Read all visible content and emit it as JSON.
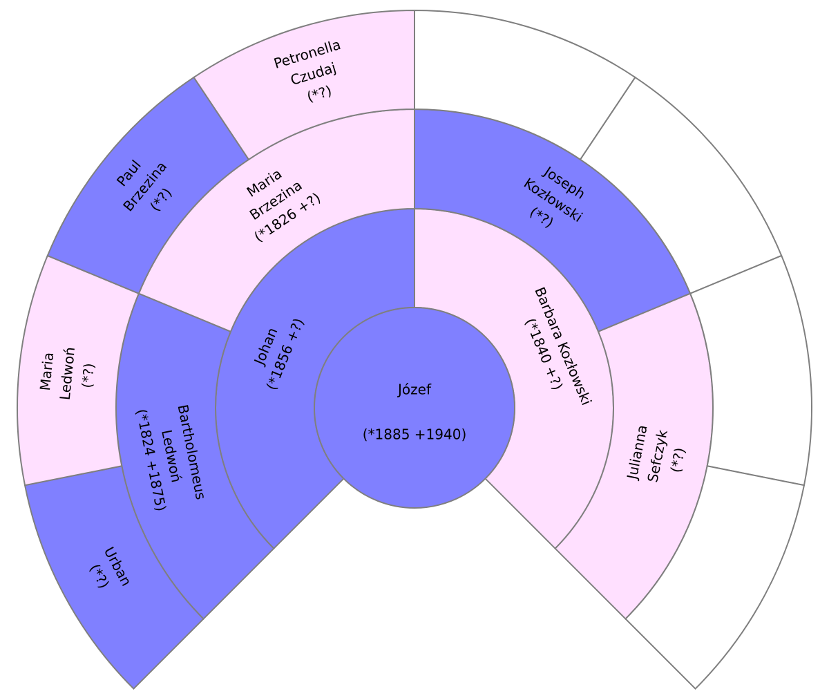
{
  "colors": {
    "male": "#8080ff",
    "female": "#ffe0ff",
    "unknown": "#ffffff",
    "stroke": "#7f7f7f"
  },
  "root": {
    "name": "Józef",
    "dates": "(*1885 +1940)",
    "sex": "male"
  },
  "generations": [
    {
      "level": 1,
      "people": [
        {
          "lines": [
            "Johan",
            "(*1856 +?)"
          ],
          "sex": "male"
        },
        {
          "lines": [
            "Barbara Kozłowski",
            "(*1840 +?)"
          ],
          "sex": "female"
        }
      ]
    },
    {
      "level": 2,
      "people": [
        {
          "lines": [
            "Bartholomeus",
            "Ledwoń",
            "(*1824 +1875)"
          ],
          "sex": "male"
        },
        {
          "lines": [
            "Maria",
            "Brzezina",
            "(*1826 +?)"
          ],
          "sex": "female"
        },
        {
          "lines": [
            "Joseph",
            "Kozłowski",
            "(*?)"
          ],
          "sex": "male"
        },
        {
          "lines": [
            "Julianna",
            "Sefczyk",
            "(*?)"
          ],
          "sex": "female"
        }
      ]
    },
    {
      "level": 3,
      "people": [
        {
          "lines": [
            "Urban",
            "(*?)"
          ],
          "sex": "male"
        },
        {
          "lines": [
            "Maria",
            "Ledwoń",
            "(*?)"
          ],
          "sex": "female"
        },
        {
          "lines": [
            "Paul",
            "Brzezina",
            "(*?)"
          ],
          "sex": "male"
        },
        {
          "lines": [
            "Petronella",
            "Czudaj",
            "(*?)"
          ],
          "sex": "female"
        },
        {
          "lines": [],
          "sex": "unknown"
        },
        {
          "lines": [],
          "sex": "unknown"
        },
        {
          "lines": [],
          "sex": "unknown"
        },
        {
          "lines": [],
          "sex": "unknown"
        }
      ]
    }
  ]
}
